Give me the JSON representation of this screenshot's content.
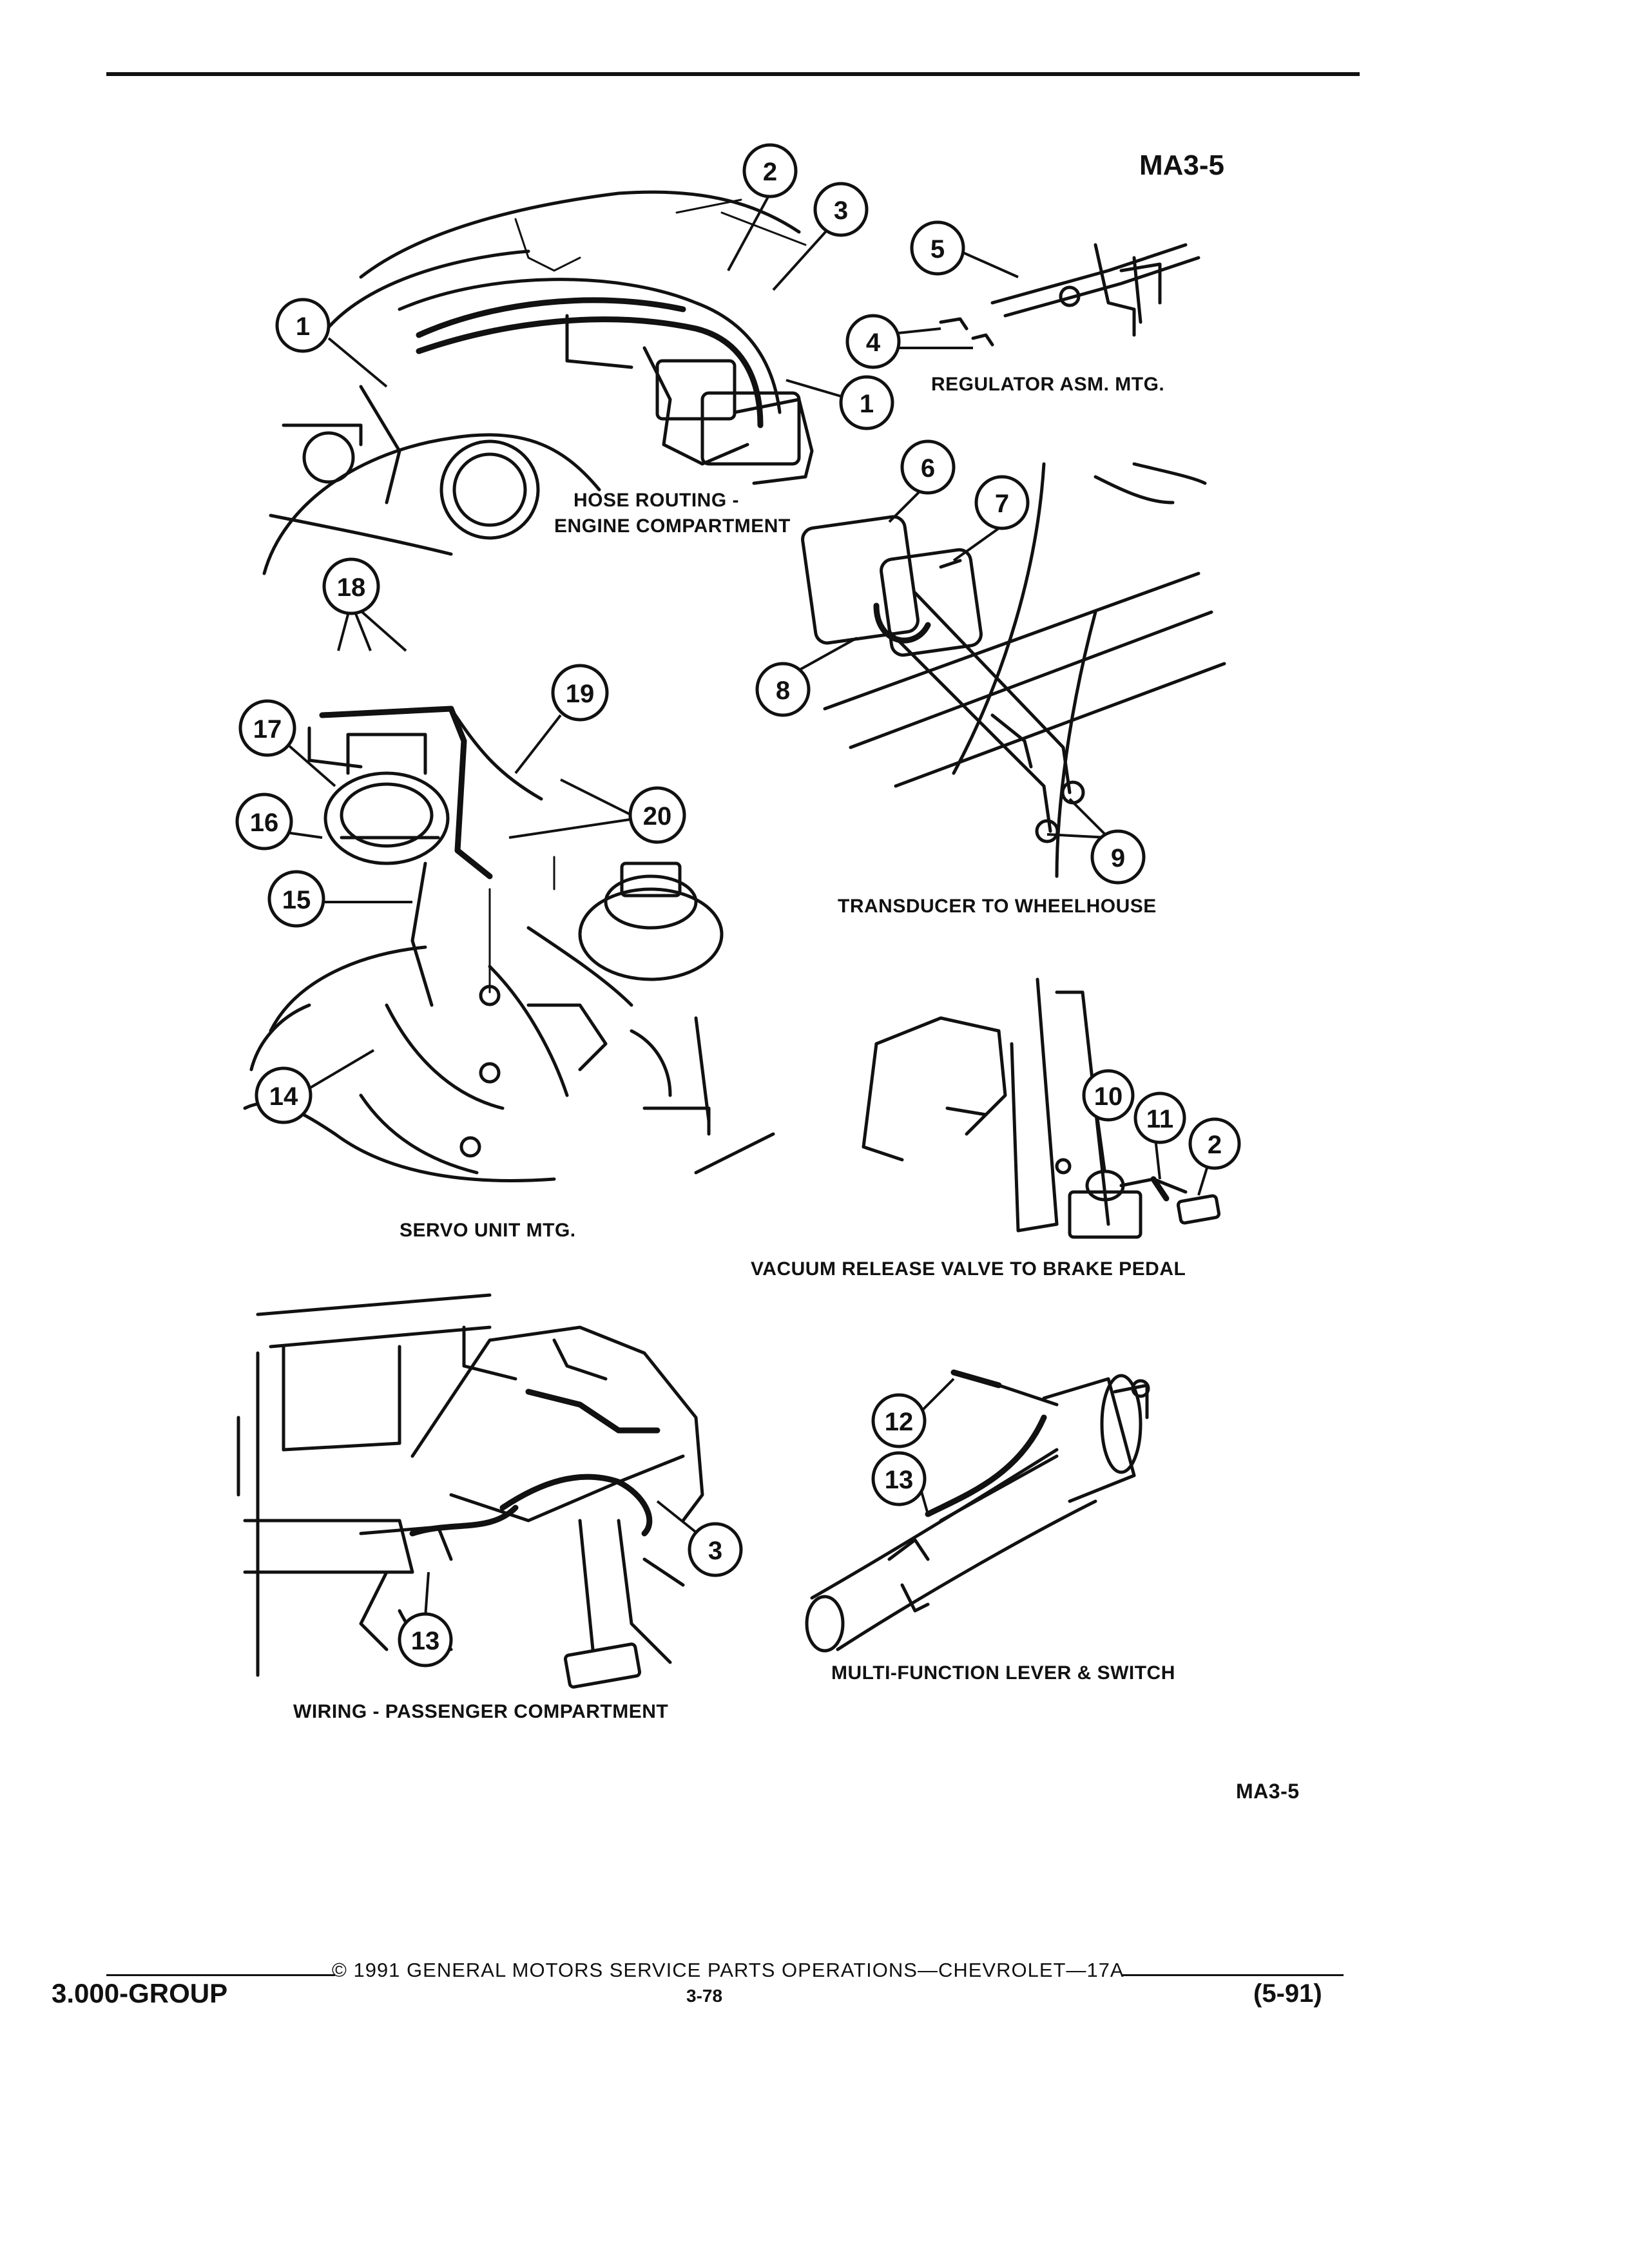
{
  "page": {
    "doc_code_top": "MA3-5",
    "doc_code_bottom": "MA3-5",
    "footer": {
      "copyright": "© 1991 GENERAL MOTORS SERVICE PARTS OPERATIONS—CHEVROLET—17A",
      "group": "3.000-GROUP",
      "page_number": "3-78",
      "date": "(5-91)"
    }
  },
  "views": [
    {
      "id": "hose-routing",
      "caption_line1": "HOSE ROUTING -",
      "caption_line2": "ENGINE COMPARTMENT"
    },
    {
      "id": "regulator",
      "caption": "REGULATOR ASM. MTG."
    },
    {
      "id": "transducer",
      "caption": "TRANSDUCER TO WHEELHOUSE"
    },
    {
      "id": "servo",
      "caption": "SERVO UNIT MTG."
    },
    {
      "id": "vacuum-release",
      "caption": "VACUUM RELEASE VALVE TO BRAKE PEDAL"
    },
    {
      "id": "wiring",
      "caption": "WIRING - PASSENGER COMPARTMENT"
    },
    {
      "id": "multi-function",
      "caption": "MULTI-FUNCTION LEVER & SWITCH"
    }
  ],
  "callouts": [
    "1",
    "2",
    "3",
    "1",
    "5",
    "4",
    "6",
    "7",
    "8",
    "18",
    "17",
    "19",
    "16",
    "20",
    "15",
    "9",
    "14",
    "10",
    "11",
    "2",
    "12",
    "13",
    "3",
    "13"
  ]
}
